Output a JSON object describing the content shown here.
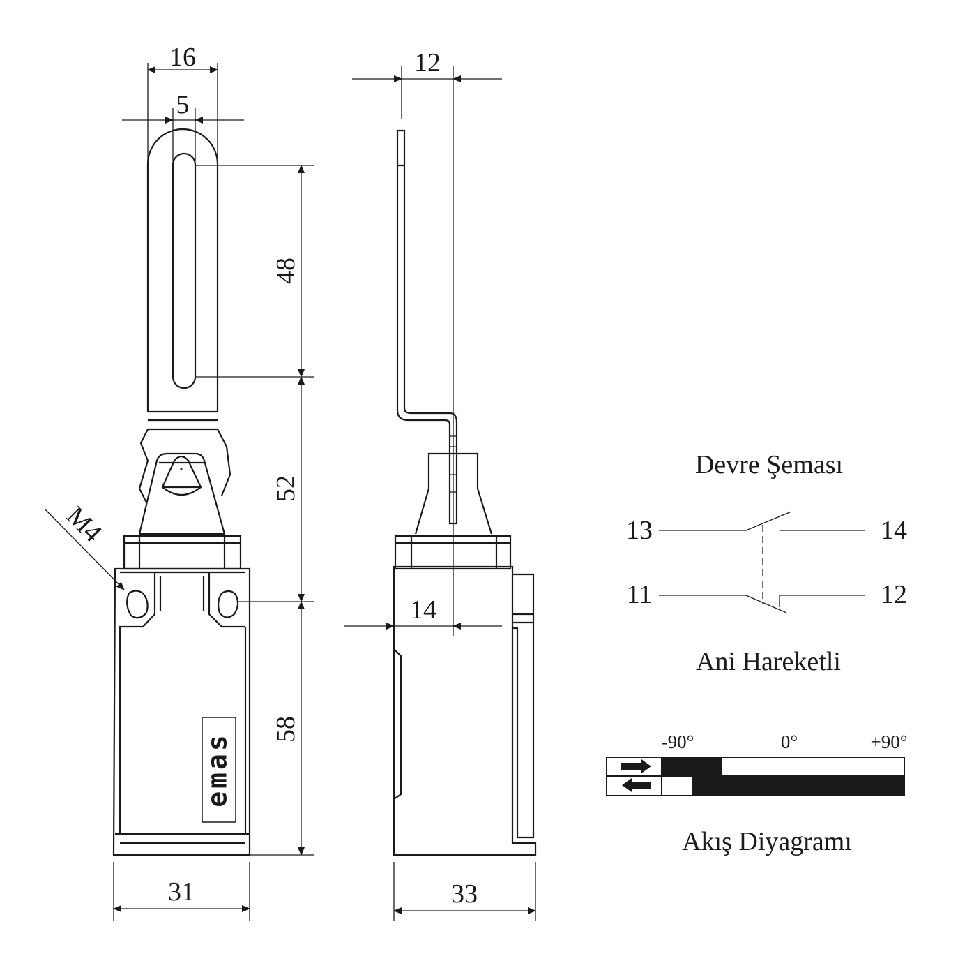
{
  "dimensions": {
    "lever_width": "16",
    "slot_width": "5",
    "slot_length": "48",
    "lever_to_hole": "52",
    "hole_to_bottom": "58",
    "body_width": "31",
    "body_depth": "33",
    "lever_offset": "12",
    "axis_offset": "14",
    "mount_screw": "M4"
  },
  "logo": "emas",
  "circuit": {
    "title": "Devre Şeması",
    "terminals": [
      "13",
      "14",
      "11",
      "12"
    ],
    "type_label": "Ani Hareketli"
  },
  "flow": {
    "angles": [
      "-90°",
      "0°",
      "+90°"
    ],
    "title": "Akış Diyagramı"
  }
}
